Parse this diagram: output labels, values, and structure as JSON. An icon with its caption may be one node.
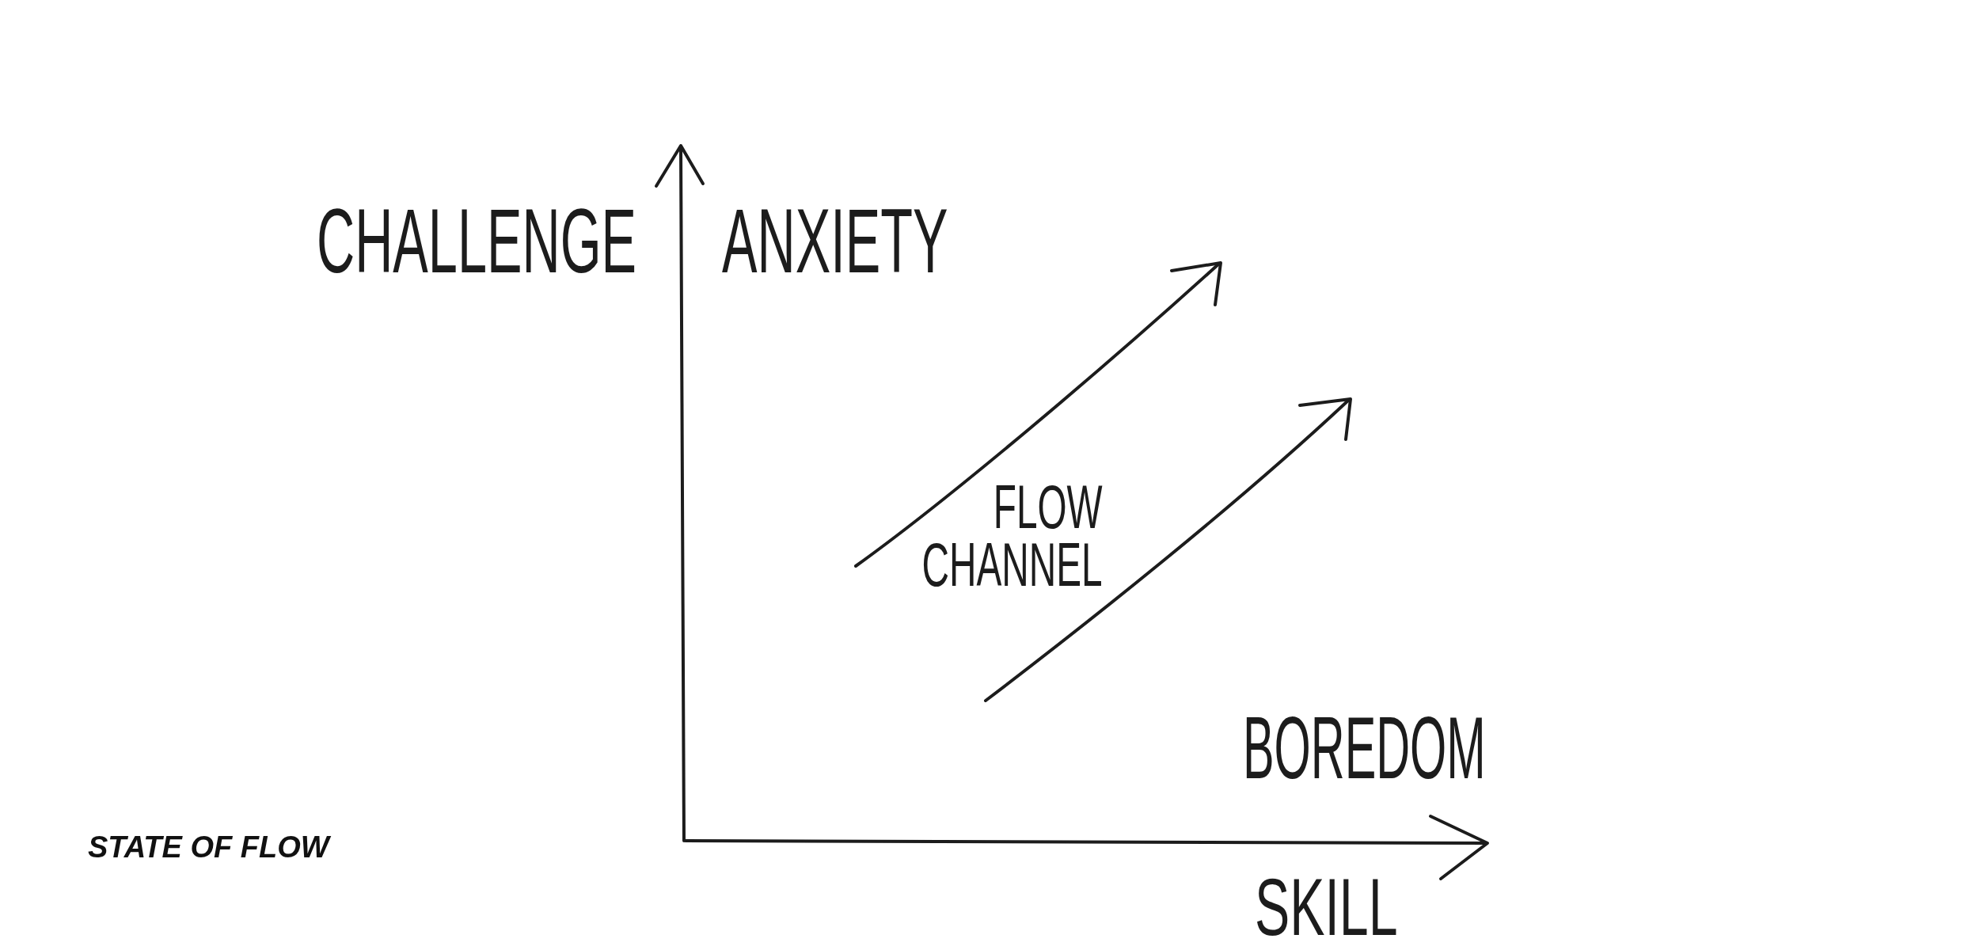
{
  "diagram": {
    "caption": "STATE OF FLOW",
    "labels": [
      "CHALLENGE",
      "ANXIETY",
      "FLOW CHANNEL",
      "BOREDOM",
      "SKILL"
    ]
  }
}
